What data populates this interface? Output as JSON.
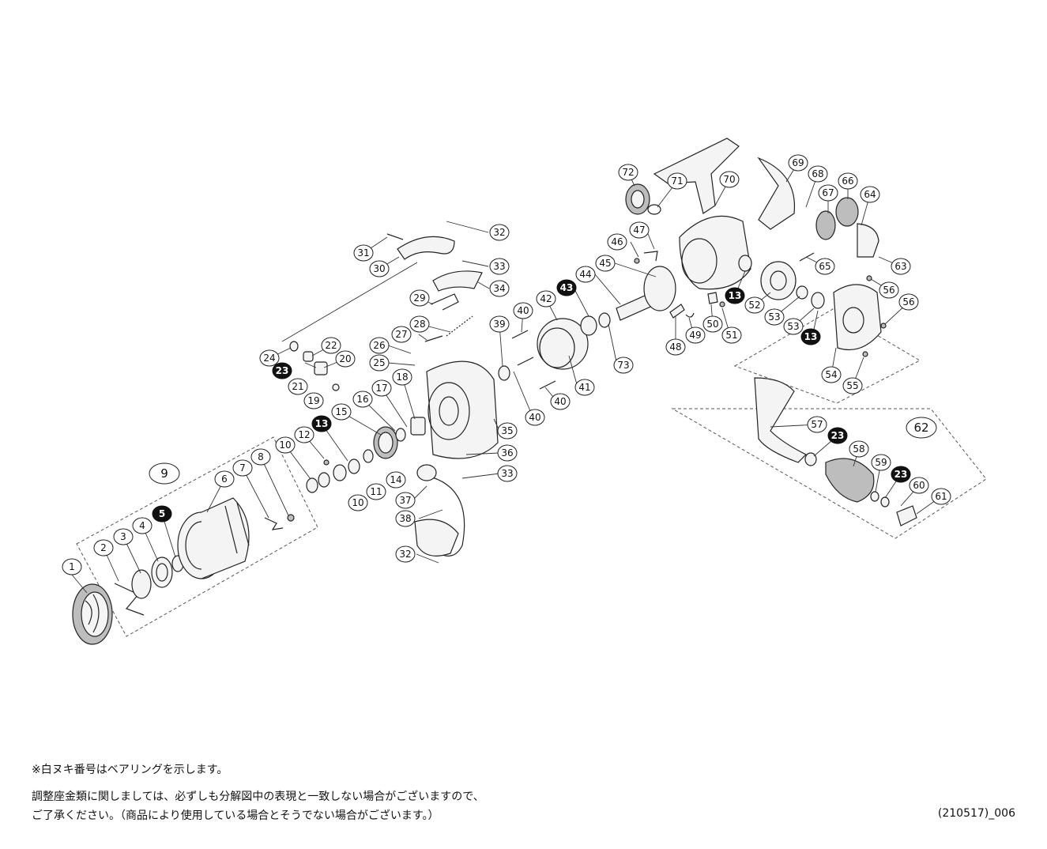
{
  "labels": [
    {
      "n": "1",
      "type": "normal"
    },
    {
      "n": "2",
      "type": "normal"
    },
    {
      "n": "3",
      "type": "normal"
    },
    {
      "n": "4",
      "type": "normal"
    },
    {
      "n": "5",
      "type": "bearing"
    },
    {
      "n": "6",
      "type": "normal"
    },
    {
      "n": "7",
      "type": "normal"
    },
    {
      "n": "8",
      "type": "normal"
    },
    {
      "n": "10",
      "type": "normal"
    },
    {
      "n": "10",
      "type": "normal"
    },
    {
      "n": "11",
      "type": "normal"
    },
    {
      "n": "12",
      "type": "normal"
    },
    {
      "n": "13",
      "type": "bearing"
    },
    {
      "n": "14",
      "type": "normal"
    },
    {
      "n": "15",
      "type": "normal"
    },
    {
      "n": "16",
      "type": "normal"
    },
    {
      "n": "17",
      "type": "normal"
    },
    {
      "n": "18",
      "type": "normal"
    },
    {
      "n": "19",
      "type": "normal"
    },
    {
      "n": "20",
      "type": "normal"
    },
    {
      "n": "21",
      "type": "normal"
    },
    {
      "n": "22",
      "type": "normal"
    },
    {
      "n": "23",
      "type": "bearing"
    },
    {
      "n": "24",
      "type": "normal"
    },
    {
      "n": "25",
      "type": "normal"
    },
    {
      "n": "26",
      "type": "normal"
    },
    {
      "n": "27",
      "type": "normal"
    },
    {
      "n": "28",
      "type": "normal"
    },
    {
      "n": "29",
      "type": "normal"
    },
    {
      "n": "30",
      "type": "normal"
    },
    {
      "n": "31",
      "type": "normal"
    },
    {
      "n": "32",
      "type": "normal"
    },
    {
      "n": "32",
      "type": "normal"
    },
    {
      "n": "33",
      "type": "normal"
    },
    {
      "n": "33",
      "type": "normal"
    },
    {
      "n": "34",
      "type": "normal"
    },
    {
      "n": "35",
      "type": "normal"
    },
    {
      "n": "36",
      "type": "normal"
    },
    {
      "n": "37",
      "type": "normal"
    },
    {
      "n": "38",
      "type": "normal"
    },
    {
      "n": "39",
      "type": "normal"
    },
    {
      "n": "40",
      "type": "normal"
    },
    {
      "n": "40",
      "type": "normal"
    },
    {
      "n": "40",
      "type": "normal"
    },
    {
      "n": "41",
      "type": "normal"
    },
    {
      "n": "42",
      "type": "normal"
    },
    {
      "n": "43",
      "type": "bearing"
    },
    {
      "n": "44",
      "type": "normal"
    },
    {
      "n": "45",
      "type": "normal"
    },
    {
      "n": "46",
      "type": "normal"
    },
    {
      "n": "47",
      "type": "normal"
    },
    {
      "n": "48",
      "type": "normal"
    },
    {
      "n": "49",
      "type": "normal"
    },
    {
      "n": "50",
      "type": "normal"
    },
    {
      "n": "51",
      "type": "normal"
    },
    {
      "n": "13",
      "type": "bearing"
    },
    {
      "n": "52",
      "type": "normal"
    },
    {
      "n": "53",
      "type": "normal"
    },
    {
      "n": "53",
      "type": "normal"
    },
    {
      "n": "13",
      "type": "bearing"
    },
    {
      "n": "54",
      "type": "normal"
    },
    {
      "n": "55",
      "type": "normal"
    },
    {
      "n": "56",
      "type": "normal"
    },
    {
      "n": "56",
      "type": "normal"
    },
    {
      "n": "57",
      "type": "normal"
    },
    {
      "n": "23",
      "type": "bearing"
    },
    {
      "n": "58",
      "type": "normal"
    },
    {
      "n": "59",
      "type": "normal"
    },
    {
      "n": "23",
      "type": "bearing"
    },
    {
      "n": "60",
      "type": "normal"
    },
    {
      "n": "61",
      "type": "normal"
    },
    {
      "n": "63",
      "type": "normal"
    },
    {
      "n": "64",
      "type": "normal"
    },
    {
      "n": "65",
      "type": "normal"
    },
    {
      "n": "66",
      "type": "normal"
    },
    {
      "n": "67",
      "type": "normal"
    },
    {
      "n": "68",
      "type": "normal"
    },
    {
      "n": "69",
      "type": "normal"
    },
    {
      "n": "70",
      "type": "normal"
    },
    {
      "n": "71",
      "type": "normal"
    },
    {
      "n": "72",
      "type": "normal"
    },
    {
      "n": "73",
      "type": "normal"
    }
  ],
  "group_labels": [
    {
      "n": "9"
    },
    {
      "n": "62"
    }
  ],
  "notes": {
    "line1": "※白ヌキ番号はベアリングを示します。",
    "line2": "調整座金類に関しましては、必ずしも分解図中の表現と一致しない場合がございますので、",
    "line3": "ご了承ください。（商品により使用している場合とそうでない場合がございます。）",
    "doc_code": "(210517)_006"
  }
}
